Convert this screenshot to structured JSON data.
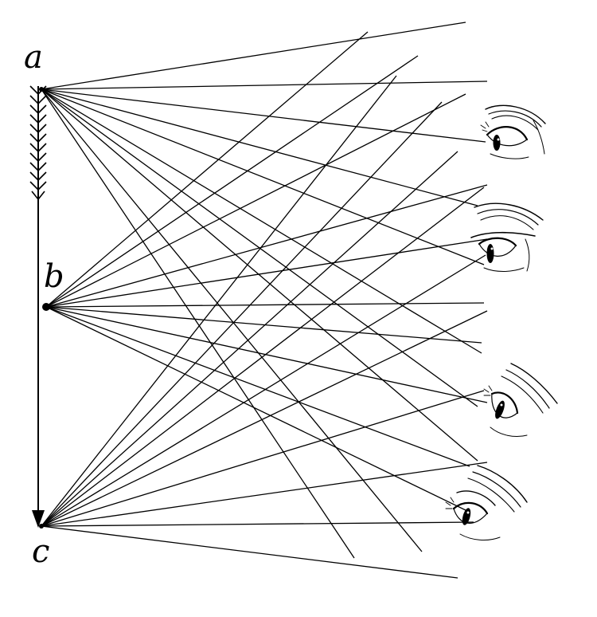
{
  "diagram": {
    "labels": {
      "a": "a",
      "b": "b",
      "c": "c"
    },
    "line_color": "#000000",
    "background": "#ffffff",
    "icons": [
      "arrow-feather-icon",
      "eye-icon"
    ]
  }
}
